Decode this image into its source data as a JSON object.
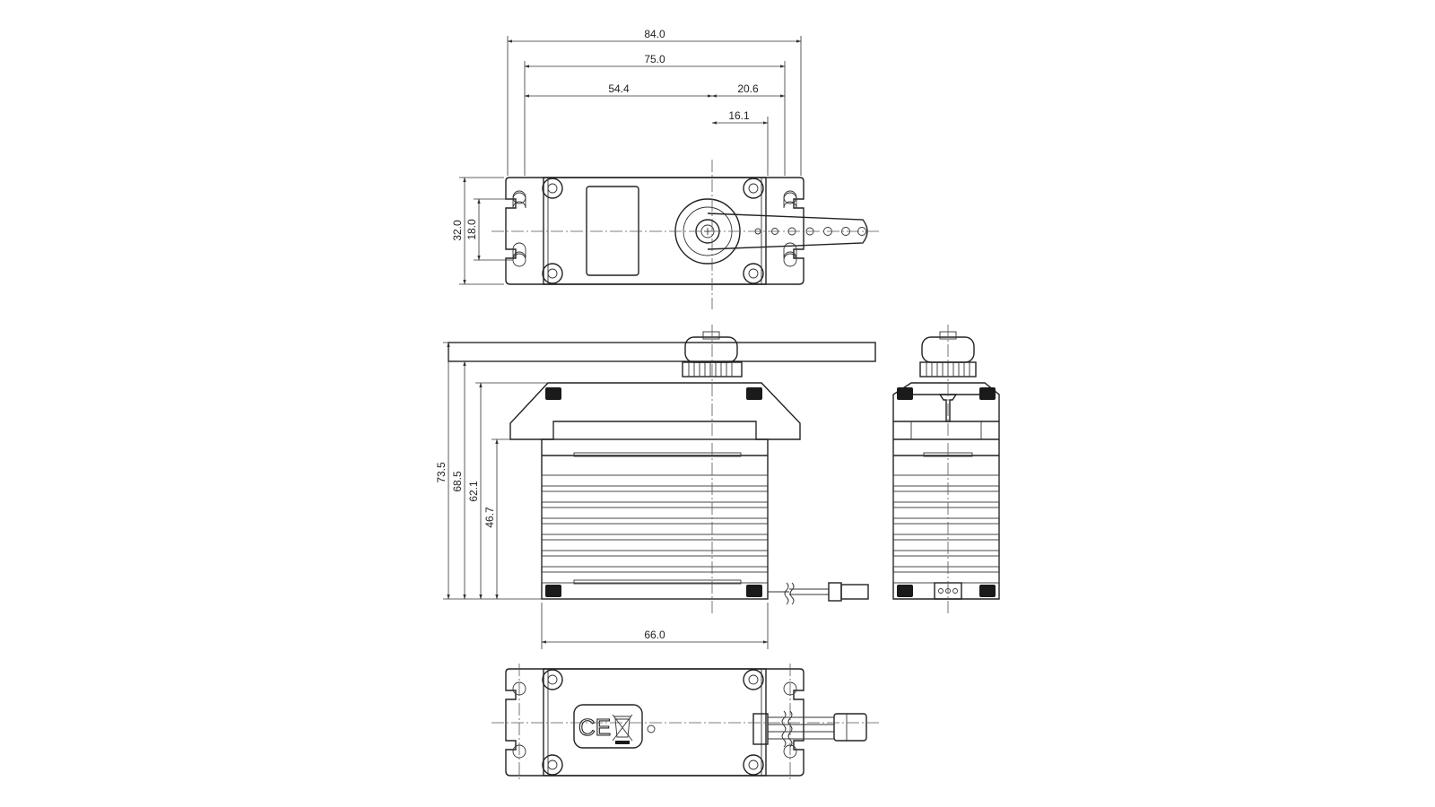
{
  "dimensions": {
    "overall_width": "84.0",
    "mount_hole_spacing": "75.0",
    "hole_to_output": "54.4",
    "output_to_hole": "20.6",
    "output_to_inner_hole": "16.1",
    "overall_depth": "32.0",
    "hole_row_spacing": "18.0",
    "total_height": "73.5",
    "height_to_case_top": "68.5",
    "height_to_flange_top": "62.1",
    "height_to_flange_bottom": "46.7",
    "case_width": "66.0"
  },
  "certification_marks": {
    "ce": "CE"
  }
}
